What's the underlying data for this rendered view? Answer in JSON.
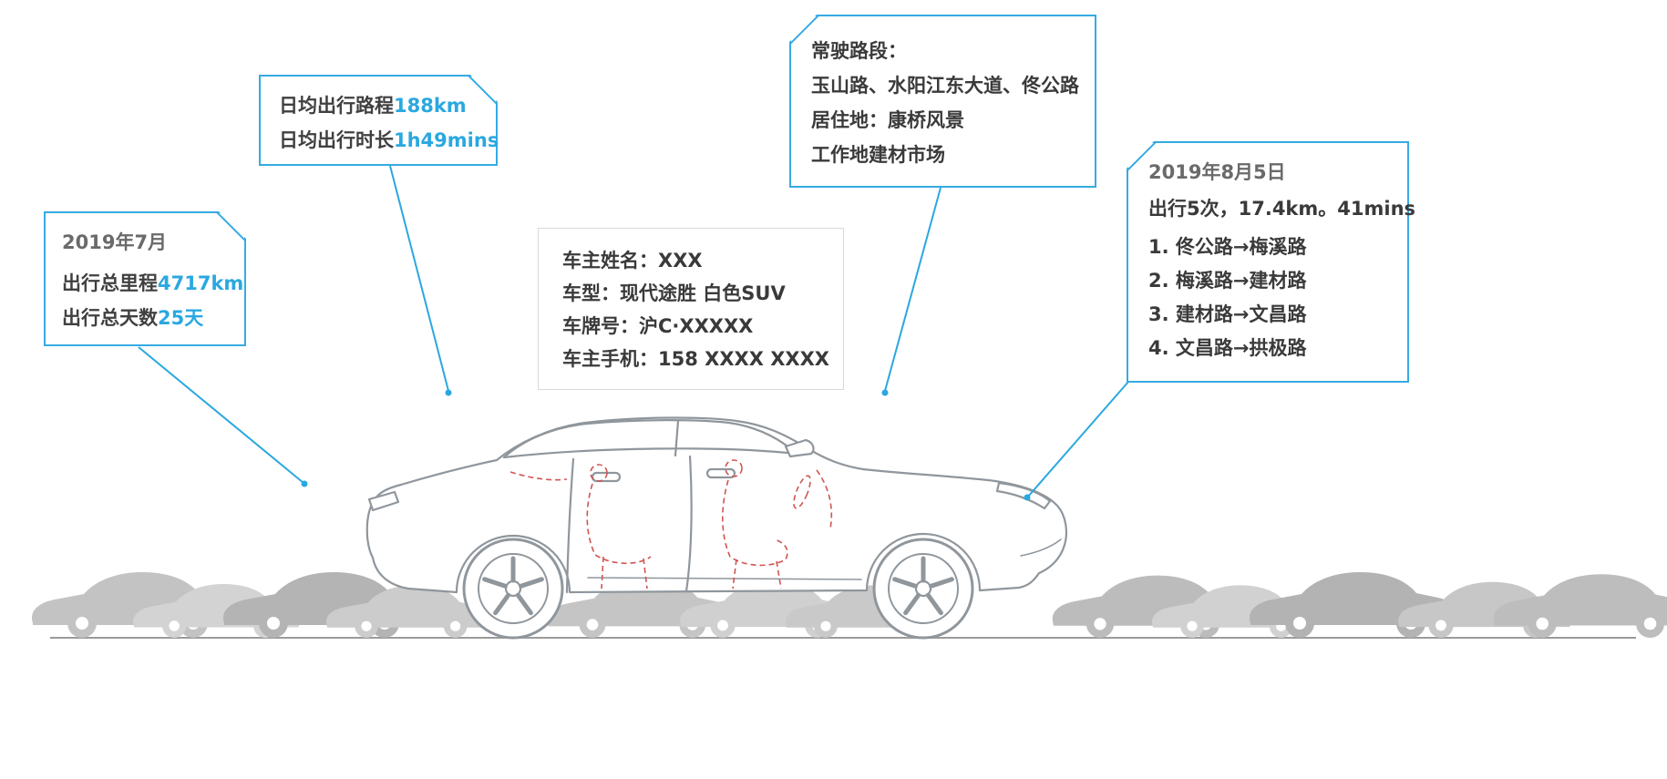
{
  "colors": {
    "accent": "#2aa8e0",
    "callout_border": "#35abe3",
    "text_dark": "#3a3a3a",
    "title_gray": "#6a6a6a",
    "silhouette_gray": "#bdbdbd",
    "interior_sketch_red": "#cf5552"
  },
  "callouts": {
    "july": {
      "title": "2019年7月",
      "stats": [
        {
          "label": "出行总里程",
          "value": "4717km"
        },
        {
          "label": "出行总天数",
          "value": "25天"
        }
      ]
    },
    "daily": {
      "stats": [
        {
          "label": "日均出行路程",
          "value": "188km"
        },
        {
          "label": "日均出行时长",
          "value": "1h49mins"
        }
      ]
    },
    "owner": {
      "lines": [
        "车主姓名：XXX",
        "车型：现代途胜 白色SUV",
        "车牌号：沪C·XXXXX",
        "车主手机：158 XXXX XXXX"
      ]
    },
    "roads": {
      "lines": [
        "常驶路段：",
        "玉山路、水阳江东大道、佟公路",
        "居住地：康桥风景",
        "工作地建材市场"
      ]
    },
    "aug5": {
      "title": "2019年8月5日",
      "summary": "出行5次，17.4km。41mins",
      "trips": [
        "1. 佟公路→梅溪路",
        "2. 梅溪路→建材路",
        "3. 建材路→文昌路",
        "4. 文昌路→拱极路"
      ]
    }
  },
  "illustration": {
    "main_car": "sedan-line-art",
    "background": "gray-traffic-silhouettes"
  }
}
